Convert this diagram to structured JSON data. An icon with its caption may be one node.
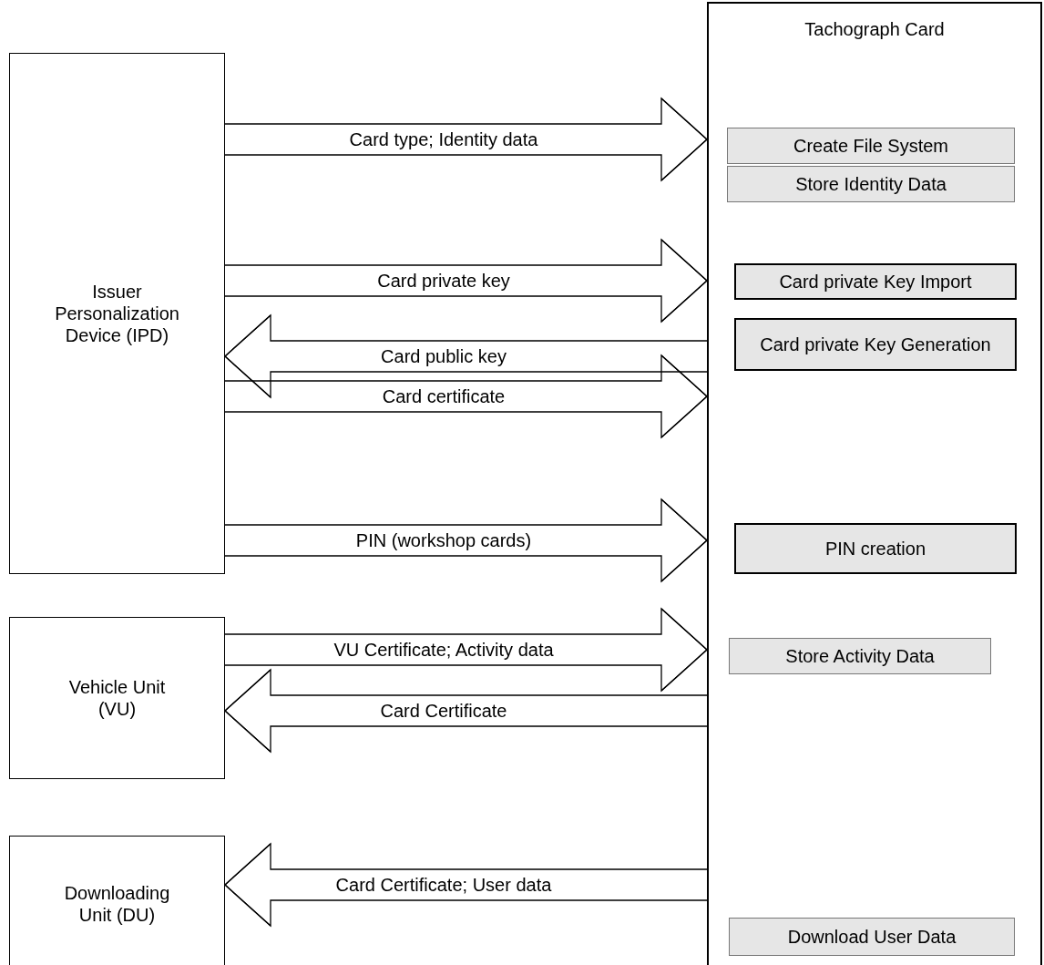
{
  "diagram": {
    "nodes": [
      {
        "text": [
          "Tachograph Card"
        ]
      },
      {
        "text": [
          "Create File System"
        ],
        "in": 0
      },
      {
        "text": [
          "Store Identity Data"
        ],
        "in": 0
      },
      {
        "text": [
          "Card private Key Import"
        ],
        "in": 0
      },
      {
        "text": [
          "Card private Key Generation"
        ],
        "in": 0
      },
      {
        "text": [
          "PIN creation"
        ],
        "in": 0
      },
      {
        "text": [
          "Store Activity Data"
        ],
        "in": 0
      },
      {
        "text": [
          "Download User Data"
        ],
        "in": 0
      },
      {
        "text": [
          "Issuer Personalization Device (IPD)"
        ]
      },
      {
        "text": [
          "Vehicle Unit (VU)"
        ]
      },
      {
        "text": [
          "Downloading Unit (DU)"
        ]
      }
    ],
    "edges": [
      {
        "from": 8,
        "to": 0,
        "arrow": "to",
        "label": "Card type; Identity data"
      },
      {
        "from": 8,
        "to": 0,
        "arrow": "to",
        "label": "Card private key"
      },
      {
        "from": 0,
        "to": 8,
        "arrow": "to",
        "label": "Card public key"
      },
      {
        "from": 8,
        "to": 0,
        "arrow": "to",
        "label": "Card certificate"
      },
      {
        "from": 8,
        "to": 0,
        "arrow": "to",
        "label": "PIN (workshop cards)"
      },
      {
        "from": 9,
        "to": 0,
        "arrow": "to",
        "label": "VU Certificate; Activity data"
      },
      {
        "from": 0,
        "to": 9,
        "arrow": "to",
        "label": "Card Certificate"
      },
      {
        "from": 0,
        "to": 10,
        "arrow": "to",
        "label": "Card Certificate; User data"
      }
    ]
  }
}
